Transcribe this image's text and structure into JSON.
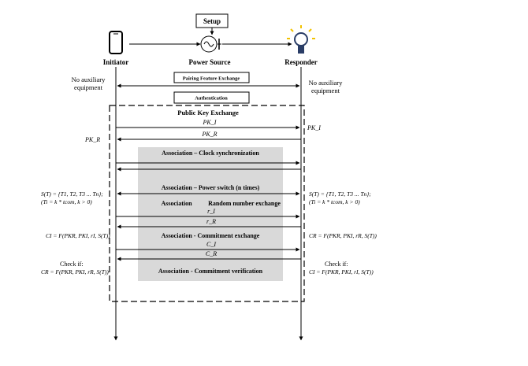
{
  "actors": {
    "initiator": "Initiator",
    "power_source": "Power Source",
    "responder": "Responder",
    "setup": "Setup"
  },
  "notes": {
    "no_aux_left_1": "No auxiliary",
    "no_aux_left_2": "equipment",
    "no_aux_right_1": "No auxiliary",
    "no_aux_right_2": "equipment"
  },
  "steps": {
    "pairing": "Pairing Feature Exchange",
    "authentication": "Authentication",
    "public_key_exchange": "Public Key Exchange",
    "clock_sync": "Association – Clock synchronization",
    "power_switch": "Association –  Power switch (n times)",
    "random_exchange_a": "Association",
    "random_exchange_b": "Random number exchange",
    "commitment_exchange": "Association - Commitment exchange",
    "commitment_verification": "Association - Commitment verification"
  },
  "messages": {
    "pk_i": "PK_I",
    "pk_r": "PK_R",
    "r_i": "r_I",
    "r_r": "r_R",
    "c_i": "C_I",
    "c_r": "C_R"
  },
  "side_formulas": {
    "pk_i_right": "PK_I",
    "pk_r_left": "PK_R",
    "s_t_left": "S(T) = {T1, T2, T3 ... Tn};",
    "ti_left": "(Ti = k * tcom, k > 0)",
    "s_t_right": "S(T) = {T1, T2, T3 ... Tn};",
    "ti_right": "(Ti = k * tcom, k > 0)",
    "ci_left": "CI = F(PKR, PKI, rI, S(T))",
    "cr_right": "CR = F(PKR, PKI, rR, S(T))",
    "check_left": "Check if:",
    "check_left_formula": "CR = F(PKR, PKI, rR, S(T))",
    "check_right": "Check if:",
    "check_right_formula": "CI = F(PKR, PKI, rI, S(T))"
  }
}
